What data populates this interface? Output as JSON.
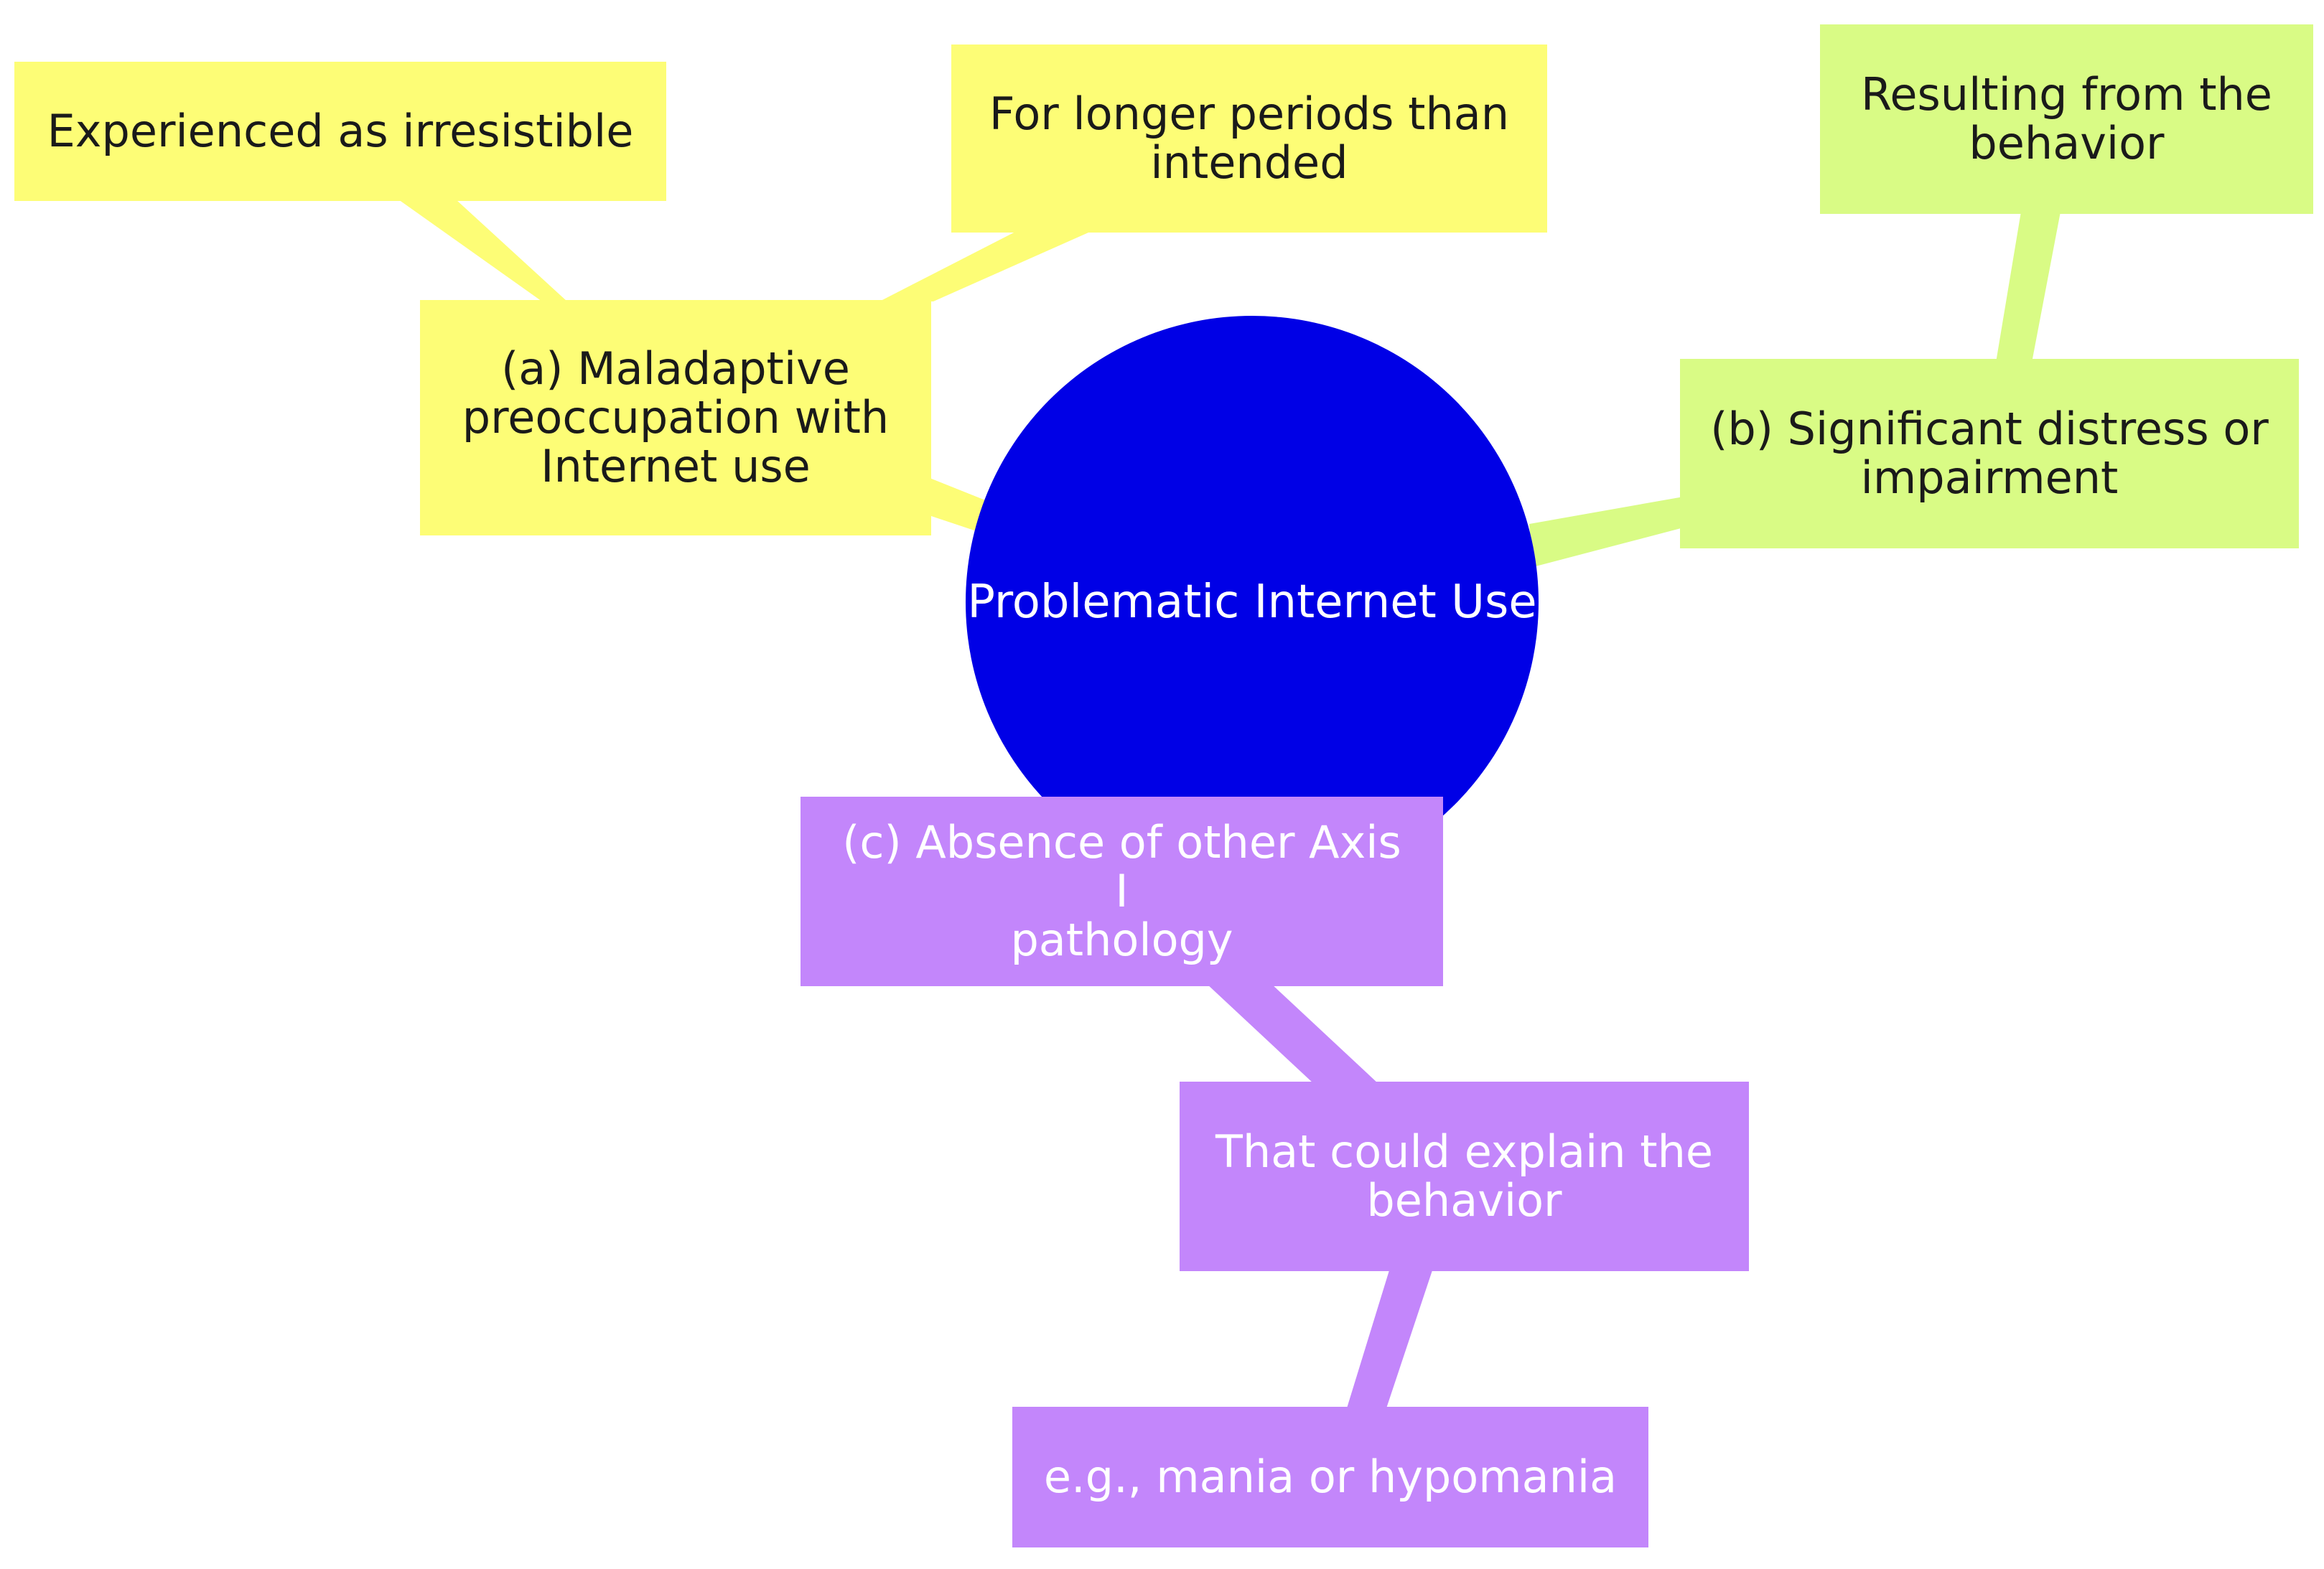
{
  "colors": {
    "background": "#ffffff",
    "center": "#0000e6",
    "branch_a": "#fdfd76",
    "branch_b": "#d9fb85",
    "branch_c": "#c386fb",
    "text_dark": "#1a1a1a",
    "text_light": "#ffffff"
  },
  "center": {
    "label": "Problematic Internet Use"
  },
  "branches": {
    "a": {
      "label": "(a) Maladaptive\npreoccupation with\nInternet use",
      "children": {
        "irresistible": "Experienced as irresistible",
        "longer": "For longer periods than\nintended"
      }
    },
    "b": {
      "label": "(b) Significant distress or\nimpairment",
      "children": {
        "resulting": "Resulting from the\nbehavior"
      }
    },
    "c": {
      "label": "(c) Absence of other Axis I\npathology",
      "children": {
        "explain": "That could explain the\nbehavior",
        "example": "e.g., mania or hypomania"
      }
    }
  }
}
